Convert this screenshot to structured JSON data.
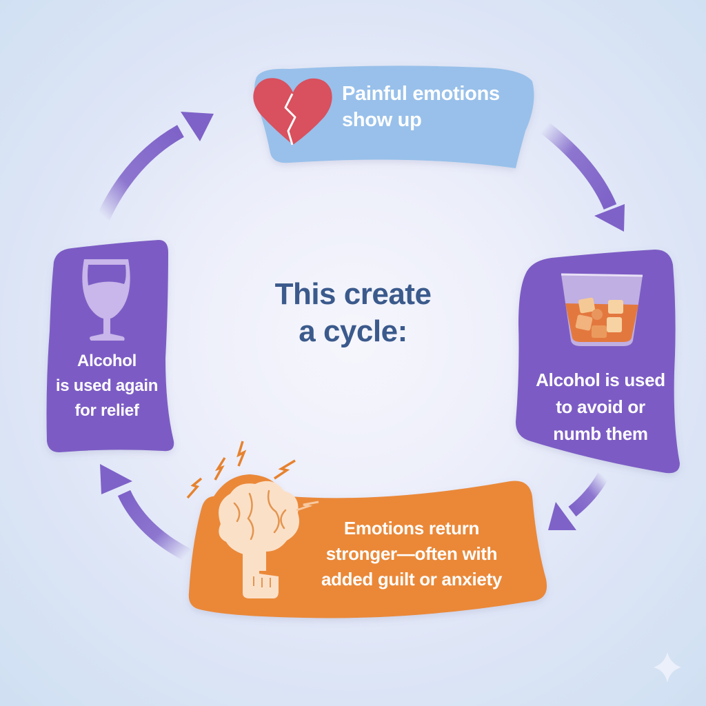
{
  "diagram": {
    "type": "cycle",
    "center_title": [
      "This create",
      "a cycle:"
    ],
    "steps": [
      {
        "id": "painful-emotions",
        "lines": [
          "Painful emotions",
          "show up"
        ],
        "icon": "broken-heart-icon",
        "color": "#98c0ea"
      },
      {
        "id": "alcohol-avoid",
        "lines": [
          "Alcohol is used",
          "to avoid or",
          "numb them"
        ],
        "icon": "whiskey-glass-icon",
        "color": "#7b5cc4"
      },
      {
        "id": "emotions-return",
        "lines": [
          "Emotions return",
          "stronger—often with",
          "added guilt or anxiety"
        ],
        "icon": "stressed-brain-icon",
        "color": "#ea8838"
      },
      {
        "id": "alcohol-relief",
        "lines": [
          "Alcohol",
          "is used again",
          "for relief"
        ],
        "icon": "wine-glass-icon",
        "color": "#7b5cc4"
      }
    ],
    "arrow_color": "#7e62c8",
    "flow": "clockwise"
  },
  "watermark": {
    "icon": "sparkle-icon"
  }
}
